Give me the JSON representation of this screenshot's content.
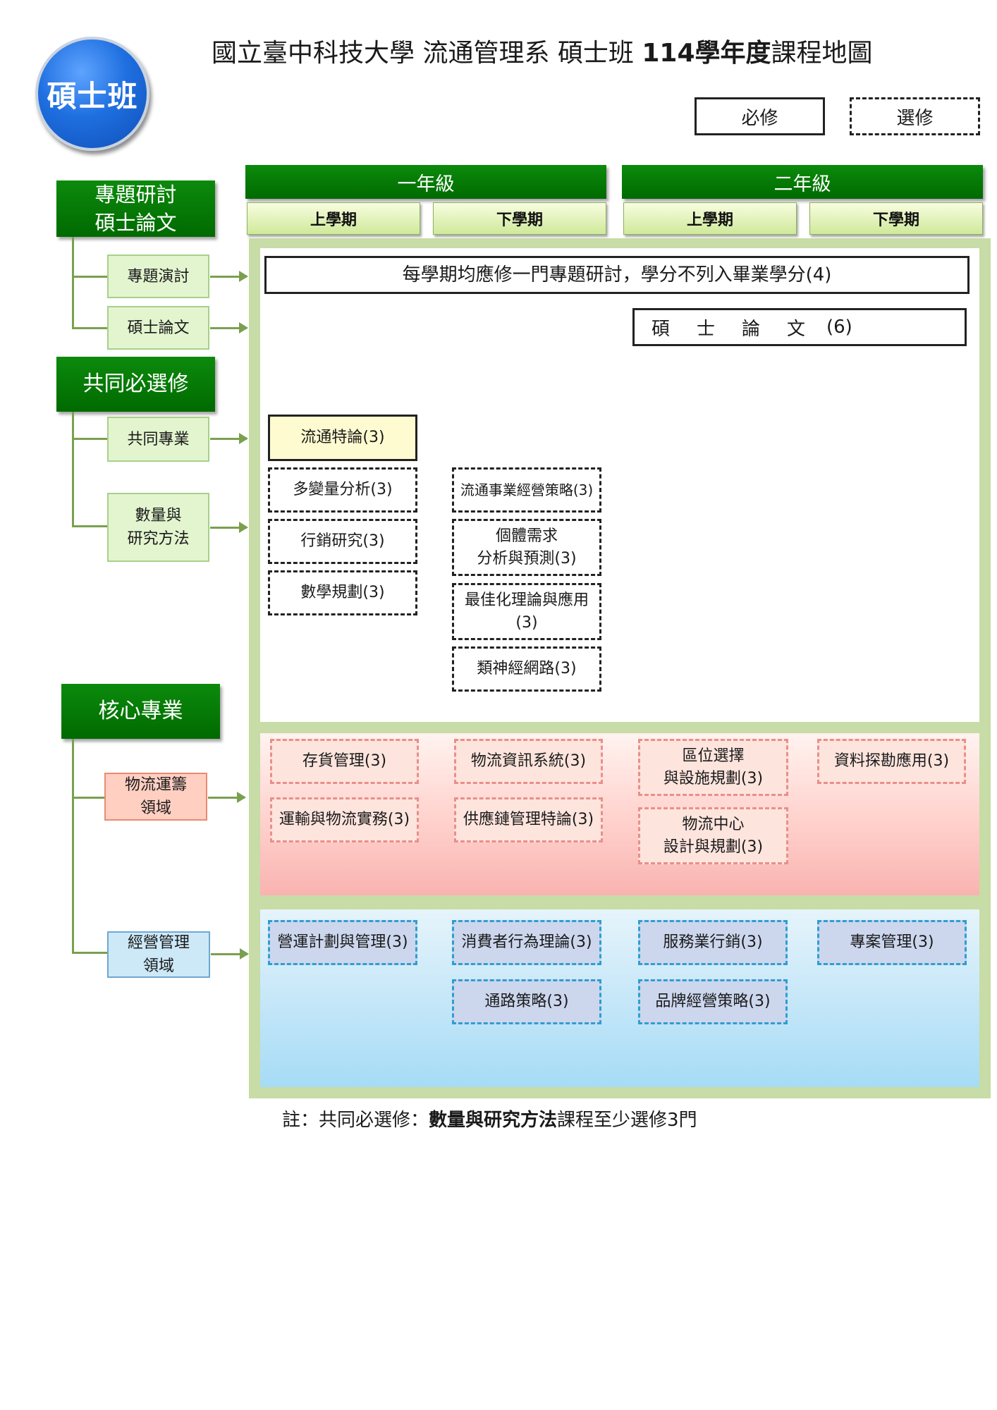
{
  "badge": "碩士班",
  "title": {
    "part1": "國立臺中科技大學 流通管理系 碩士班 ",
    "part2": "114學年度",
    "part3": "課程地圖"
  },
  "legend": {
    "required": "必修",
    "elective": "選修"
  },
  "years": [
    "一年級",
    "二年級"
  ],
  "semesters": [
    "上學期",
    "下學期",
    "上學期",
    "下學期"
  ],
  "categories": {
    "seminar_thesis": {
      "line1": "專題研討",
      "line2": "碩士論文"
    },
    "common": "共同必選修",
    "core": "核心專業"
  },
  "subcats": {
    "seminar": "專題演討",
    "thesis": "碩士論文",
    "common_prof": "共同專業",
    "quant": {
      "line1": "數量與",
      "line2": "研究方法"
    },
    "logistics": {
      "line1": "物流運籌",
      "line2": "領域"
    },
    "management": {
      "line1": "經營管理",
      "line2": "領域"
    }
  },
  "courses": {
    "seminar_note": "每學期均應修一門專題研討，學分不列入畢業學分(4)",
    "thesis": {
      "chars": [
        "碩",
        "士",
        "論",
        "文"
      ],
      "credits": "(6)"
    },
    "distribution_topics": "流通特論(3)",
    "multivariate": "多變量分析(3)",
    "marketing_research": "行銷研究(3)",
    "math_programming": "數學規劃(3)",
    "business_strategy": "流通事業經營策略(3)",
    "demand_forecast": {
      "line1": "個體需求",
      "line2": "分析與預測(3)"
    },
    "optimization": {
      "line1": "最佳化理論與應用",
      "line2": "(3)"
    },
    "neural_network": "類神經網路(3)",
    "inventory": "存貨管理(3)",
    "logistics_info": "物流資訊系統(3)",
    "location": {
      "line1": "區位選擇",
      "line2": "與設施規劃(3)"
    },
    "data_mining": "資料探勘應用(3)",
    "transport": "運輸與物流實務(3)",
    "supply_chain": "供應鏈管理特論(3)",
    "dc_design": {
      "line1": "物流中心",
      "line2": "設計與規劃(3)"
    },
    "ops_planning": "營運計劃與管理(3)",
    "consumer_behavior": "消費者行為理論(3)",
    "service_marketing": "服務業行銷(3)",
    "project_mgmt": "專案管理(3)",
    "channel_strategy": "通路策略(3)",
    "brand_strategy": "品牌經營策略(3)"
  },
  "note": {
    "prefix": "註：共同必選修：",
    "bold": "數量與研究方法",
    "suffix": "課程至少選修3門"
  }
}
